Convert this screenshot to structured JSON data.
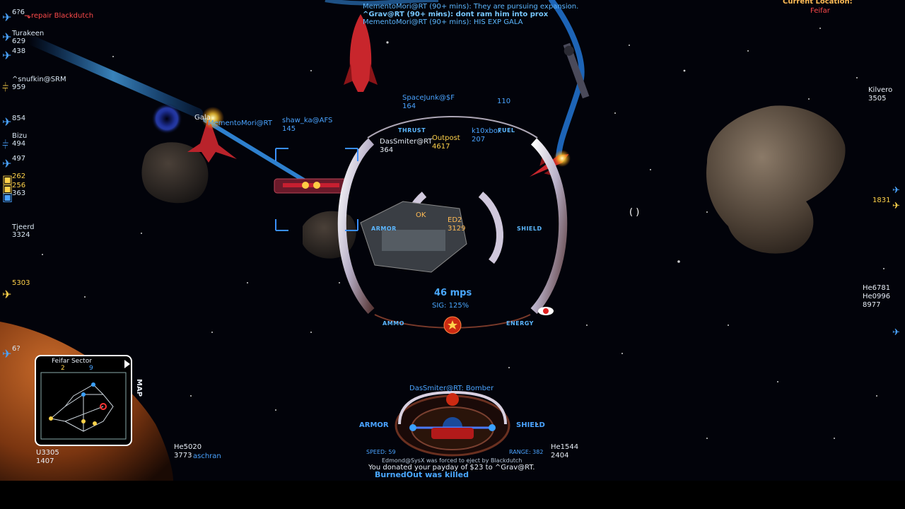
{
  "chat": {
    "repair": "repair Blackdutch",
    "lines": [
      {
        "text": "MementoMori@RT (90+ mins): They are pursuing expansion.",
        "strong": false
      },
      {
        "text": "^Grav@RT (90+ mins): dont ram him into prox",
        "strong": true
      },
      {
        "text": "MementoMori@RT (90+ mins): HIS EXP GALA",
        "strong": false
      }
    ]
  },
  "location": {
    "label": "Current Location:",
    "value": "Feifar"
  },
  "left_list": [
    {
      "name": "6?6",
      "value": "",
      "icon": "ship-icon"
    },
    {
      "name": "Turakeen",
      "value": "629",
      "icon": "ship-icon"
    },
    {
      "name": "",
      "value": "438",
      "icon": "ship-icon"
    },
    {
      "name": "^snufkin@SRM",
      "value": "959",
      "icon": "pod-icon"
    },
    {
      "name": "",
      "value": "854",
      "icon": "ship-icon"
    },
    {
      "name": "Bizu",
      "value": "494",
      "icon": "pod-icon"
    },
    {
      "name": "",
      "value": "497",
      "icon": "ship-icon"
    },
    {
      "name": "",
      "value": "262",
      "icon": "base-icon"
    },
    {
      "name": "",
      "value": "256",
      "icon": "base-icon"
    },
    {
      "name": "",
      "value": "363",
      "icon": "base-icon"
    },
    {
      "name": "Tjeerd",
      "value": "3324",
      "icon": "ship-icon"
    },
    {
      "name": "",
      "value": "5303",
      "icon": "ship-icon"
    },
    {
      "name": "",
      "value": "6?",
      "icon": "ship-icon"
    }
  ],
  "right_list": [
    {
      "name": "Kilvero",
      "value": "3505"
    },
    {
      "name": "",
      "value": "1831"
    },
    {
      "name": "He6781",
      "value": "He0996"
    },
    {
      "name": "",
      "value": "8977"
    }
  ],
  "targets": {
    "gala": "Gala",
    "mementomori": "MementoMori@RT",
    "shaw": "shaw_ka@AFS",
    "shaw_val": "145",
    "spacejunk": "SpaceJunk@$F",
    "spacejunk_val": "164",
    "val110": "110",
    "dassmiter": "DasSmiter@RT",
    "dassmiter_val": "364",
    "outpost": "Outpost",
    "outpost_val": "4617",
    "k10xbox": "k10xbox",
    "k10xbox_val": "207",
    "ok": "OK",
    "ed2": "ED2",
    "ed2_val": "3129"
  },
  "hud": {
    "thrust": "THRUST",
    "fuel": "FUEL",
    "armor": "ARMOR",
    "shield": "SHIELD",
    "ammo": "AMMO",
    "energy": "ENERGY",
    "speed": "46 mps",
    "signature": "SIG: 125%"
  },
  "minimap": {
    "title": "Feifar Sector",
    "tab_label": "MAP",
    "count_a": "2",
    "count_b": "9"
  },
  "target_panel": {
    "title": "DasSmiter@RT: Bomber",
    "armor": "ARMOR",
    "shield": "SHIELD",
    "speed": "SPEED: 59",
    "range": "RANGE: 382"
  },
  "bottom_left": [
    {
      "name": "U3305",
      "value": "1407"
    },
    {
      "name": "He5020",
      "value": "3773"
    },
    {
      "name": "aschran",
      "value": ""
    }
  ],
  "bottom_right": {
    "name": "He1544",
    "value": "2404"
  },
  "messages": {
    "eject": "Edmond@SysX was forced to eject by Blackdutch",
    "donate": "You donated your payday of $23 to ^Grav@RT.",
    "killed": "BurnedOut was killed"
  }
}
